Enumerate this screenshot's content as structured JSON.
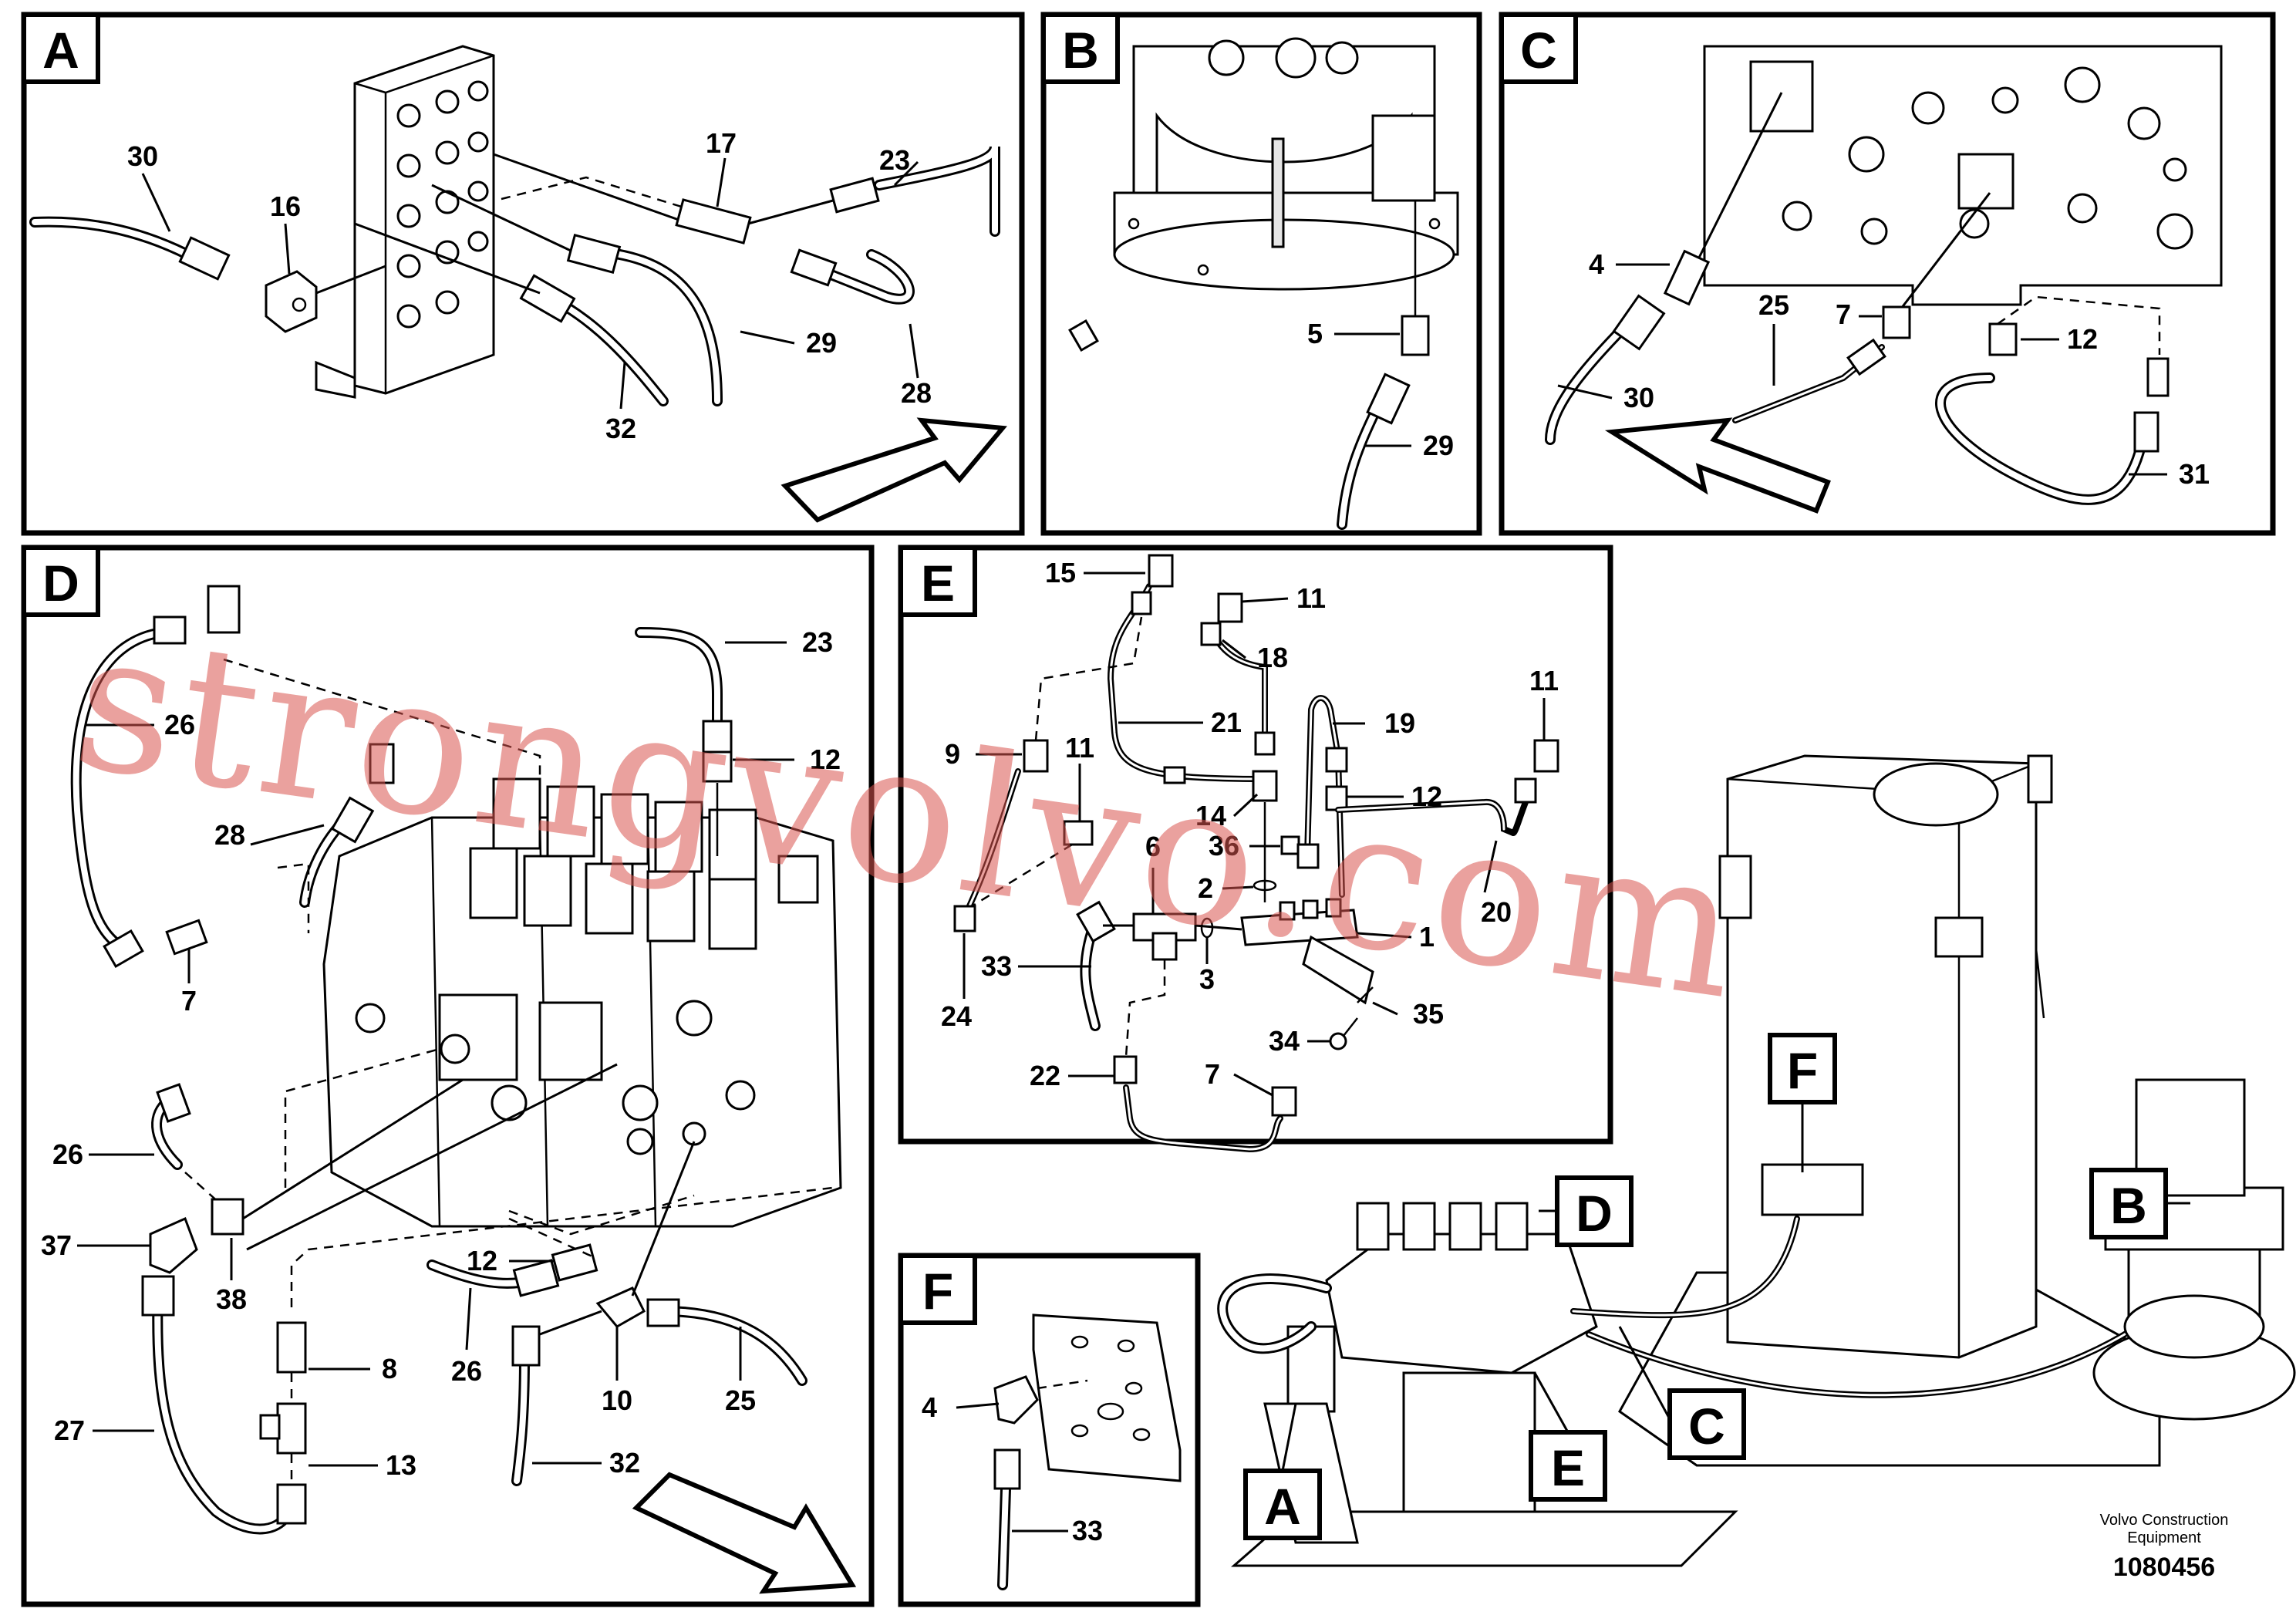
{
  "panels": [
    {
      "id": "A",
      "label": "A"
    },
    {
      "id": "B",
      "label": "B"
    },
    {
      "id": "C",
      "label": "C"
    },
    {
      "id": "D",
      "label": "D"
    },
    {
      "id": "E",
      "label": "E"
    },
    {
      "id": "F",
      "label": "F"
    }
  ],
  "callouts": {
    "a": [
      "30",
      "16",
      "17",
      "23",
      "29",
      "32",
      "28"
    ],
    "b": [
      "5",
      "29"
    ],
    "c": [
      "4",
      "7",
      "25",
      "12",
      "30",
      "31"
    ],
    "d": [
      "26",
      "23",
      "12",
      "28",
      "7",
      "26",
      "37",
      "38",
      "12",
      "8",
      "27",
      "13",
      "26",
      "10",
      "25",
      "32"
    ],
    "e": [
      "15",
      "11",
      "18",
      "21",
      "19",
      "9",
      "11",
      "12",
      "14",
      "11",
      "36",
      "6",
      "2",
      "20",
      "1",
      "3",
      "33",
      "24",
      "35",
      "34",
      "22",
      "7"
    ],
    "f": [
      "4",
      "33"
    ]
  },
  "overview_tags": [
    "D",
    "F",
    "B",
    "C",
    "E",
    "A"
  ],
  "watermark": "strongvolvo.com",
  "footer": {
    "company_line1": "Volvo Construction",
    "company_line2": "Equipment",
    "doc_number": "1080456"
  }
}
